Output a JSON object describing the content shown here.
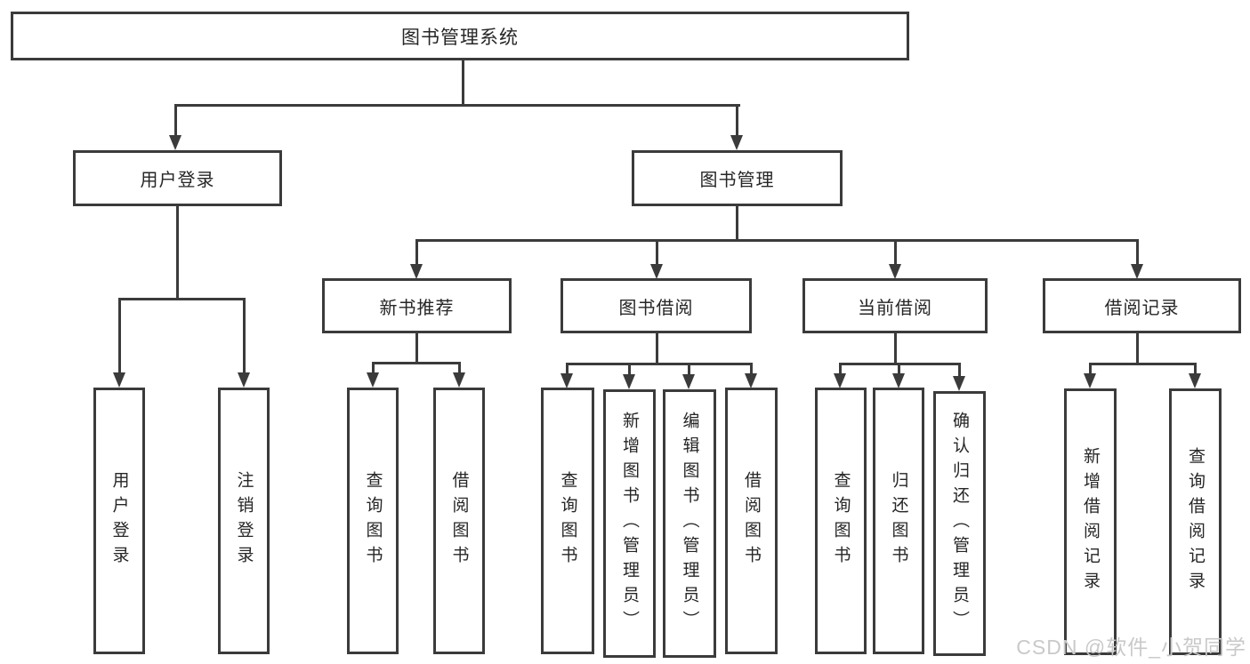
{
  "diagram": {
    "root": {
      "label": "图书管理系统"
    },
    "branches": [
      {
        "id": "user-login",
        "label": "用户登录",
        "parent": "图书管理系统"
      },
      {
        "id": "book-management",
        "label": "图书管理",
        "parent": "图书管理系统"
      }
    ],
    "modules": [
      {
        "id": "new-book-recommend",
        "label": "新书推荐",
        "parent": "图书管理"
      },
      {
        "id": "book-borrow",
        "label": "图书借阅",
        "parent": "图书管理"
      },
      {
        "id": "current-borrow",
        "label": "当前借阅",
        "parent": "图书管理"
      },
      {
        "id": "borrow-records",
        "label": "借阅记录",
        "parent": "图书管理"
      }
    ],
    "leaves": [
      {
        "id": "user-login-leaf",
        "label": "用户登录",
        "parent": "用户登录"
      },
      {
        "id": "logout",
        "label": "注销登录",
        "parent": "用户登录"
      },
      {
        "id": "query-books-recommend",
        "label": "查询图书",
        "parent": "新书推荐"
      },
      {
        "id": "borrow-books-recommend",
        "label": "借阅图书",
        "parent": "新书推荐"
      },
      {
        "id": "query-books-borrow",
        "label": "查询图书",
        "parent": "图书借阅"
      },
      {
        "id": "add-book-admin",
        "label": "新增图书（管理员）",
        "parent": "图书借阅"
      },
      {
        "id": "edit-book-admin",
        "label": "编辑图书（管理员）",
        "parent": "图书借阅"
      },
      {
        "id": "borrow-books-borrow",
        "label": "借阅图书",
        "parent": "图书借阅"
      },
      {
        "id": "query-books-current",
        "label": "查询图书",
        "parent": "当前借阅"
      },
      {
        "id": "return-book",
        "label": "归还图书",
        "parent": "当前借阅"
      },
      {
        "id": "confirm-return-admin",
        "label": "确认归还（管理员）",
        "parent": "当前借阅"
      },
      {
        "id": "add-borrow-record",
        "label": "新增借阅记录",
        "parent": "借阅记录"
      },
      {
        "id": "query-borrow-record",
        "label": "查询借阅记录",
        "parent": "借阅记录"
      }
    ]
  },
  "watermark": {
    "text": "CSDN @软件_小贺同学"
  },
  "colors": {
    "line": "#3b3b3b",
    "text": "#262626",
    "background": "#ffffff",
    "watermark": "#c9c9c9"
  }
}
